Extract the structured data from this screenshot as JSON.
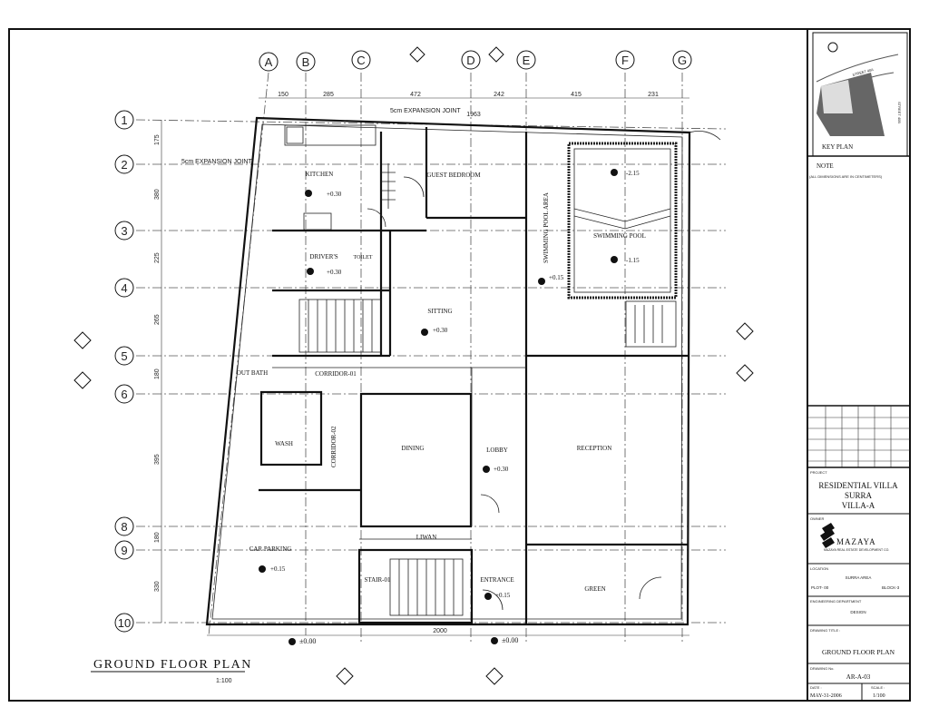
{
  "drawing": {
    "title": "GROUND FLOOR PLAN",
    "scale": "1:100",
    "grid_columns": [
      "A",
      "B",
      "C",
      "D",
      "E",
      "F",
      "G"
    ],
    "grid_rows": [
      "1",
      "2",
      "3",
      "4",
      "5",
      "6",
      "8",
      "9",
      "10"
    ],
    "top_dimensions": [
      "150",
      "285",
      "472",
      "242",
      "415",
      "231"
    ],
    "overall_top": "1963",
    "overall_bottom": "2000",
    "left_dimensions": [
      "175",
      "380",
      "225",
      "265",
      "180",
      "395",
      "180",
      "330"
    ],
    "expansion_joint_top": "5cm EXPANSION JOINT",
    "expansion_joint_left": "5cm EXPANSION JOINT",
    "levels": {
      "ground_left": "±0.00",
      "ground_right": "±0.00"
    },
    "rooms": [
      {
        "name": "KITCHEN",
        "level": "+0.30"
      },
      {
        "name": "DRIVER'S",
        "level": "+0.30"
      },
      {
        "name": "TOILET",
        "level": ""
      },
      {
        "name": "GUEST BEDROOM",
        "level": ""
      },
      {
        "name": "SWIMMING POOL",
        "level": "-1.15"
      },
      {
        "name": "SWIMMING POOL AREA",
        "level": "+0.15"
      },
      {
        "name": "SITTING",
        "level": "+0.30"
      },
      {
        "name": "OUT BATH",
        "level": ""
      },
      {
        "name": "CORRIDOR-01",
        "level": ""
      },
      {
        "name": "CORRIDOR-02",
        "level": ""
      },
      {
        "name": "WASH",
        "level": ""
      },
      {
        "name": "DINING",
        "level": ""
      },
      {
        "name": "LOBBY",
        "level": "+0.30"
      },
      {
        "name": "RECEPTION",
        "level": ""
      },
      {
        "name": "LIWAN",
        "level": ""
      },
      {
        "name": "CAR PARKING",
        "level": "+0.15"
      },
      {
        "name": "STAIR-01",
        "level": ""
      },
      {
        "name": "ENTRANCE",
        "level": "+0.15"
      },
      {
        "name": "GREEN",
        "level": ""
      }
    ],
    "pool_deep_level": "-2.15"
  },
  "title_block": {
    "key_plan_label": "KEY PLAN",
    "street_1": "STREET 40A",
    "street_2": "STREET 40B",
    "note_label": "NOTE",
    "note_text": "(ALL DIMENSIONS ARE IN CENTIMETERS)",
    "project_label": "PROJECT",
    "project_line1": "RESIDENTIAL VILLA",
    "project_line2": "SURRA",
    "project_line3": "VILLA-A",
    "owner_label": "OWNER",
    "company": "MAZAYA",
    "company_sub": "MAZAYA REAL ESTATE DEVELOPMENT CO.",
    "location_label": "LOCATION",
    "area": "SURRA AREA",
    "plot": "PLOT- 00",
    "block": "BLOCK-3",
    "dept_label": "ENGINEERING DEPARTMENT",
    "dept_value": "DESIGN",
    "drawing_title_label": "DRAWING TITLE :",
    "drawing_title": "GROUND FLOOR PLAN",
    "drawing_no_label": "DRAWING No.",
    "drawing_no": "AR-A-03",
    "date_label": "DATE :",
    "date": "MAY-31-2006",
    "scale_label": "SCALE :",
    "scale": "1/100"
  }
}
